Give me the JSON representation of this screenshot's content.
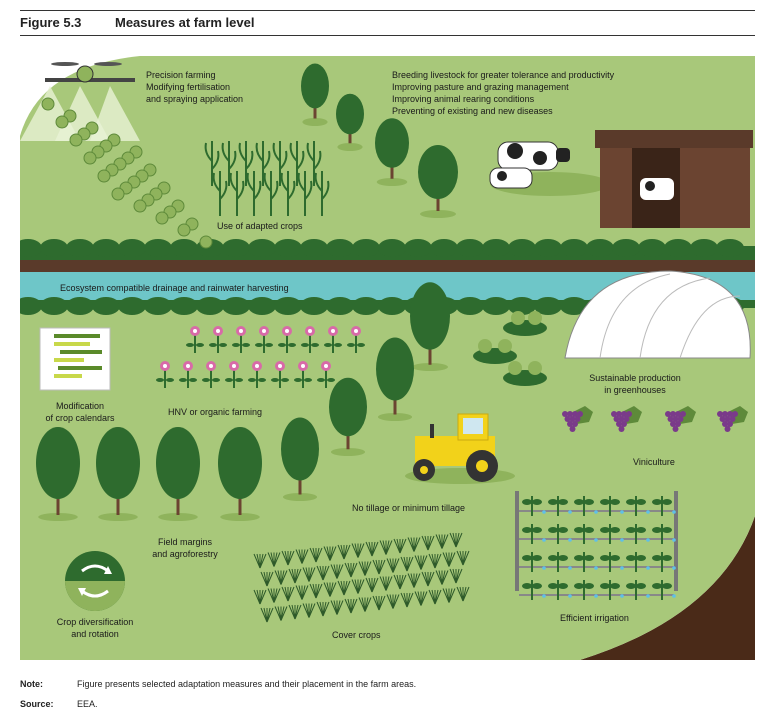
{
  "figure": {
    "number": "Figure 5.3",
    "title": "Measures at farm level"
  },
  "labels": {
    "precision": [
      "Precision farming",
      "Modifying fertilisation",
      "and spraying application"
    ],
    "livestock": [
      "Breeding livestock for greater tolerance and productivity",
      "Improving pasture and grazing management",
      "Improving animal rearing conditions",
      "Preventing of existing and new diseases"
    ],
    "adapted_crops": "Use of adapted crops",
    "drainage": "Ecosystem compatible drainage and rainwater harvesting",
    "crop_calendars": [
      "Modification",
      "of crop calendars"
    ],
    "hnv": "HNV or organic farming",
    "greenhouses": [
      "Sustainable production",
      "in greenhouses"
    ],
    "viniculture": "Viniculture",
    "tillage": "No tillage or minimum tillage",
    "field_margins": [
      "Field margins",
      "and agroforestry"
    ],
    "crop_rotation": [
      "Crop diversification",
      "and rotation"
    ],
    "cover_crops": "Cover crops",
    "irrigation": "Efficient irrigation"
  },
  "footer": {
    "note_key": "Note:",
    "note_text": "Figure presents selected adaptation measures and their placement in the farm areas.",
    "source_key": "Source:",
    "source_text": "EEA."
  },
  "colors": {
    "field": "#a8c87a",
    "field_dark": "#8fb35c",
    "tree": "#2e6b2e",
    "water": "#6ec6c8",
    "barn": "#5a3a2a",
    "tractor": "#f2d21a",
    "grape": "#7a3a8a",
    "soil": "#4a2a18"
  }
}
